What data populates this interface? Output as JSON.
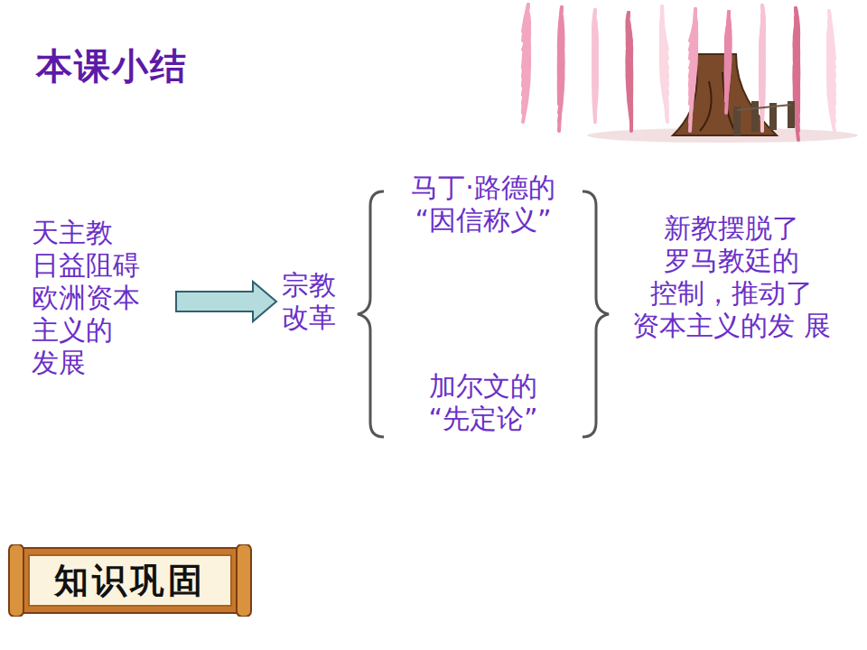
{
  "diagram": {
    "title": "本课小结",
    "nodes": [
      {
        "text": [
          "天主教 日益阻碍 欧洲资本 主义的 发展"
        ]
      },
      {
        "text": [
          "宗教 改革"
        ]
      },
      {
        "text": [
          "马丁·路德的 “因信称义”"
        ]
      },
      {
        "text": [
          "加尔文的 “先定论”"
        ]
      },
      {
        "text": [
          "新教摆脱了 罗马教廷的 控制，推动了 资本主义的发 展"
        ]
      },
      {
        "text": [
          "知识巩固"
        ]
      }
    ],
    "edges": [
      {
        "from": 0,
        "to": 1,
        "arrow": "to"
      }
    ]
  }
}
